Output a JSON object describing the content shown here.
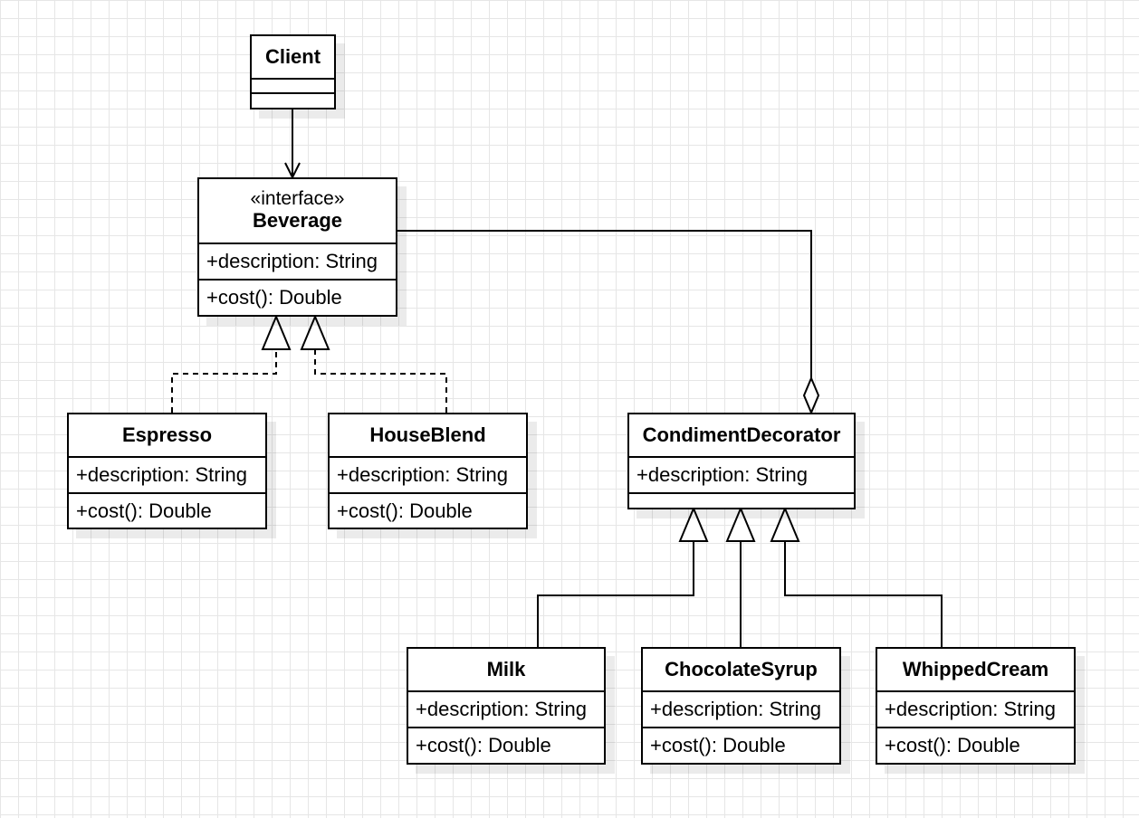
{
  "diagram": {
    "classes": {
      "client": {
        "name": "Client"
      },
      "beverage": {
        "stereotype": "«interface»",
        "name": "Beverage",
        "attribute": "+description: String",
        "method": "+cost(): Double"
      },
      "espresso": {
        "name": "Espresso",
        "attribute": "+description: String",
        "method": "+cost(): Double"
      },
      "house_blend": {
        "name": "HouseBlend",
        "attribute": "+description: String",
        "method": "+cost(): Double"
      },
      "condiment_decorator": {
        "name": "CondimentDecorator",
        "attribute": "+description: String"
      },
      "milk": {
        "name": "Milk",
        "attribute": "+description: String",
        "method": "+cost(): Double"
      },
      "chocolate_syrup": {
        "name": "ChocolateSyrup",
        "attribute": "+description: String",
        "method": "+cost(): Double"
      },
      "whipped_cream": {
        "name": "WhippedCream",
        "attribute": "+description: String",
        "method": "+cost(): Double"
      }
    },
    "relationships": [
      {
        "from": "client",
        "to": "beverage",
        "kind": "association"
      },
      {
        "from": "espresso",
        "to": "beverage",
        "kind": "realization"
      },
      {
        "from": "house_blend",
        "to": "beverage",
        "kind": "realization"
      },
      {
        "from": "condiment_decorator",
        "to": "beverage",
        "kind": "aggregation"
      },
      {
        "from": "milk",
        "to": "condiment_decorator",
        "kind": "generalization"
      },
      {
        "from": "chocolate_syrup",
        "to": "condiment_decorator",
        "kind": "generalization"
      },
      {
        "from": "whipped_cream",
        "to": "condiment_decorator",
        "kind": "generalization"
      }
    ]
  }
}
